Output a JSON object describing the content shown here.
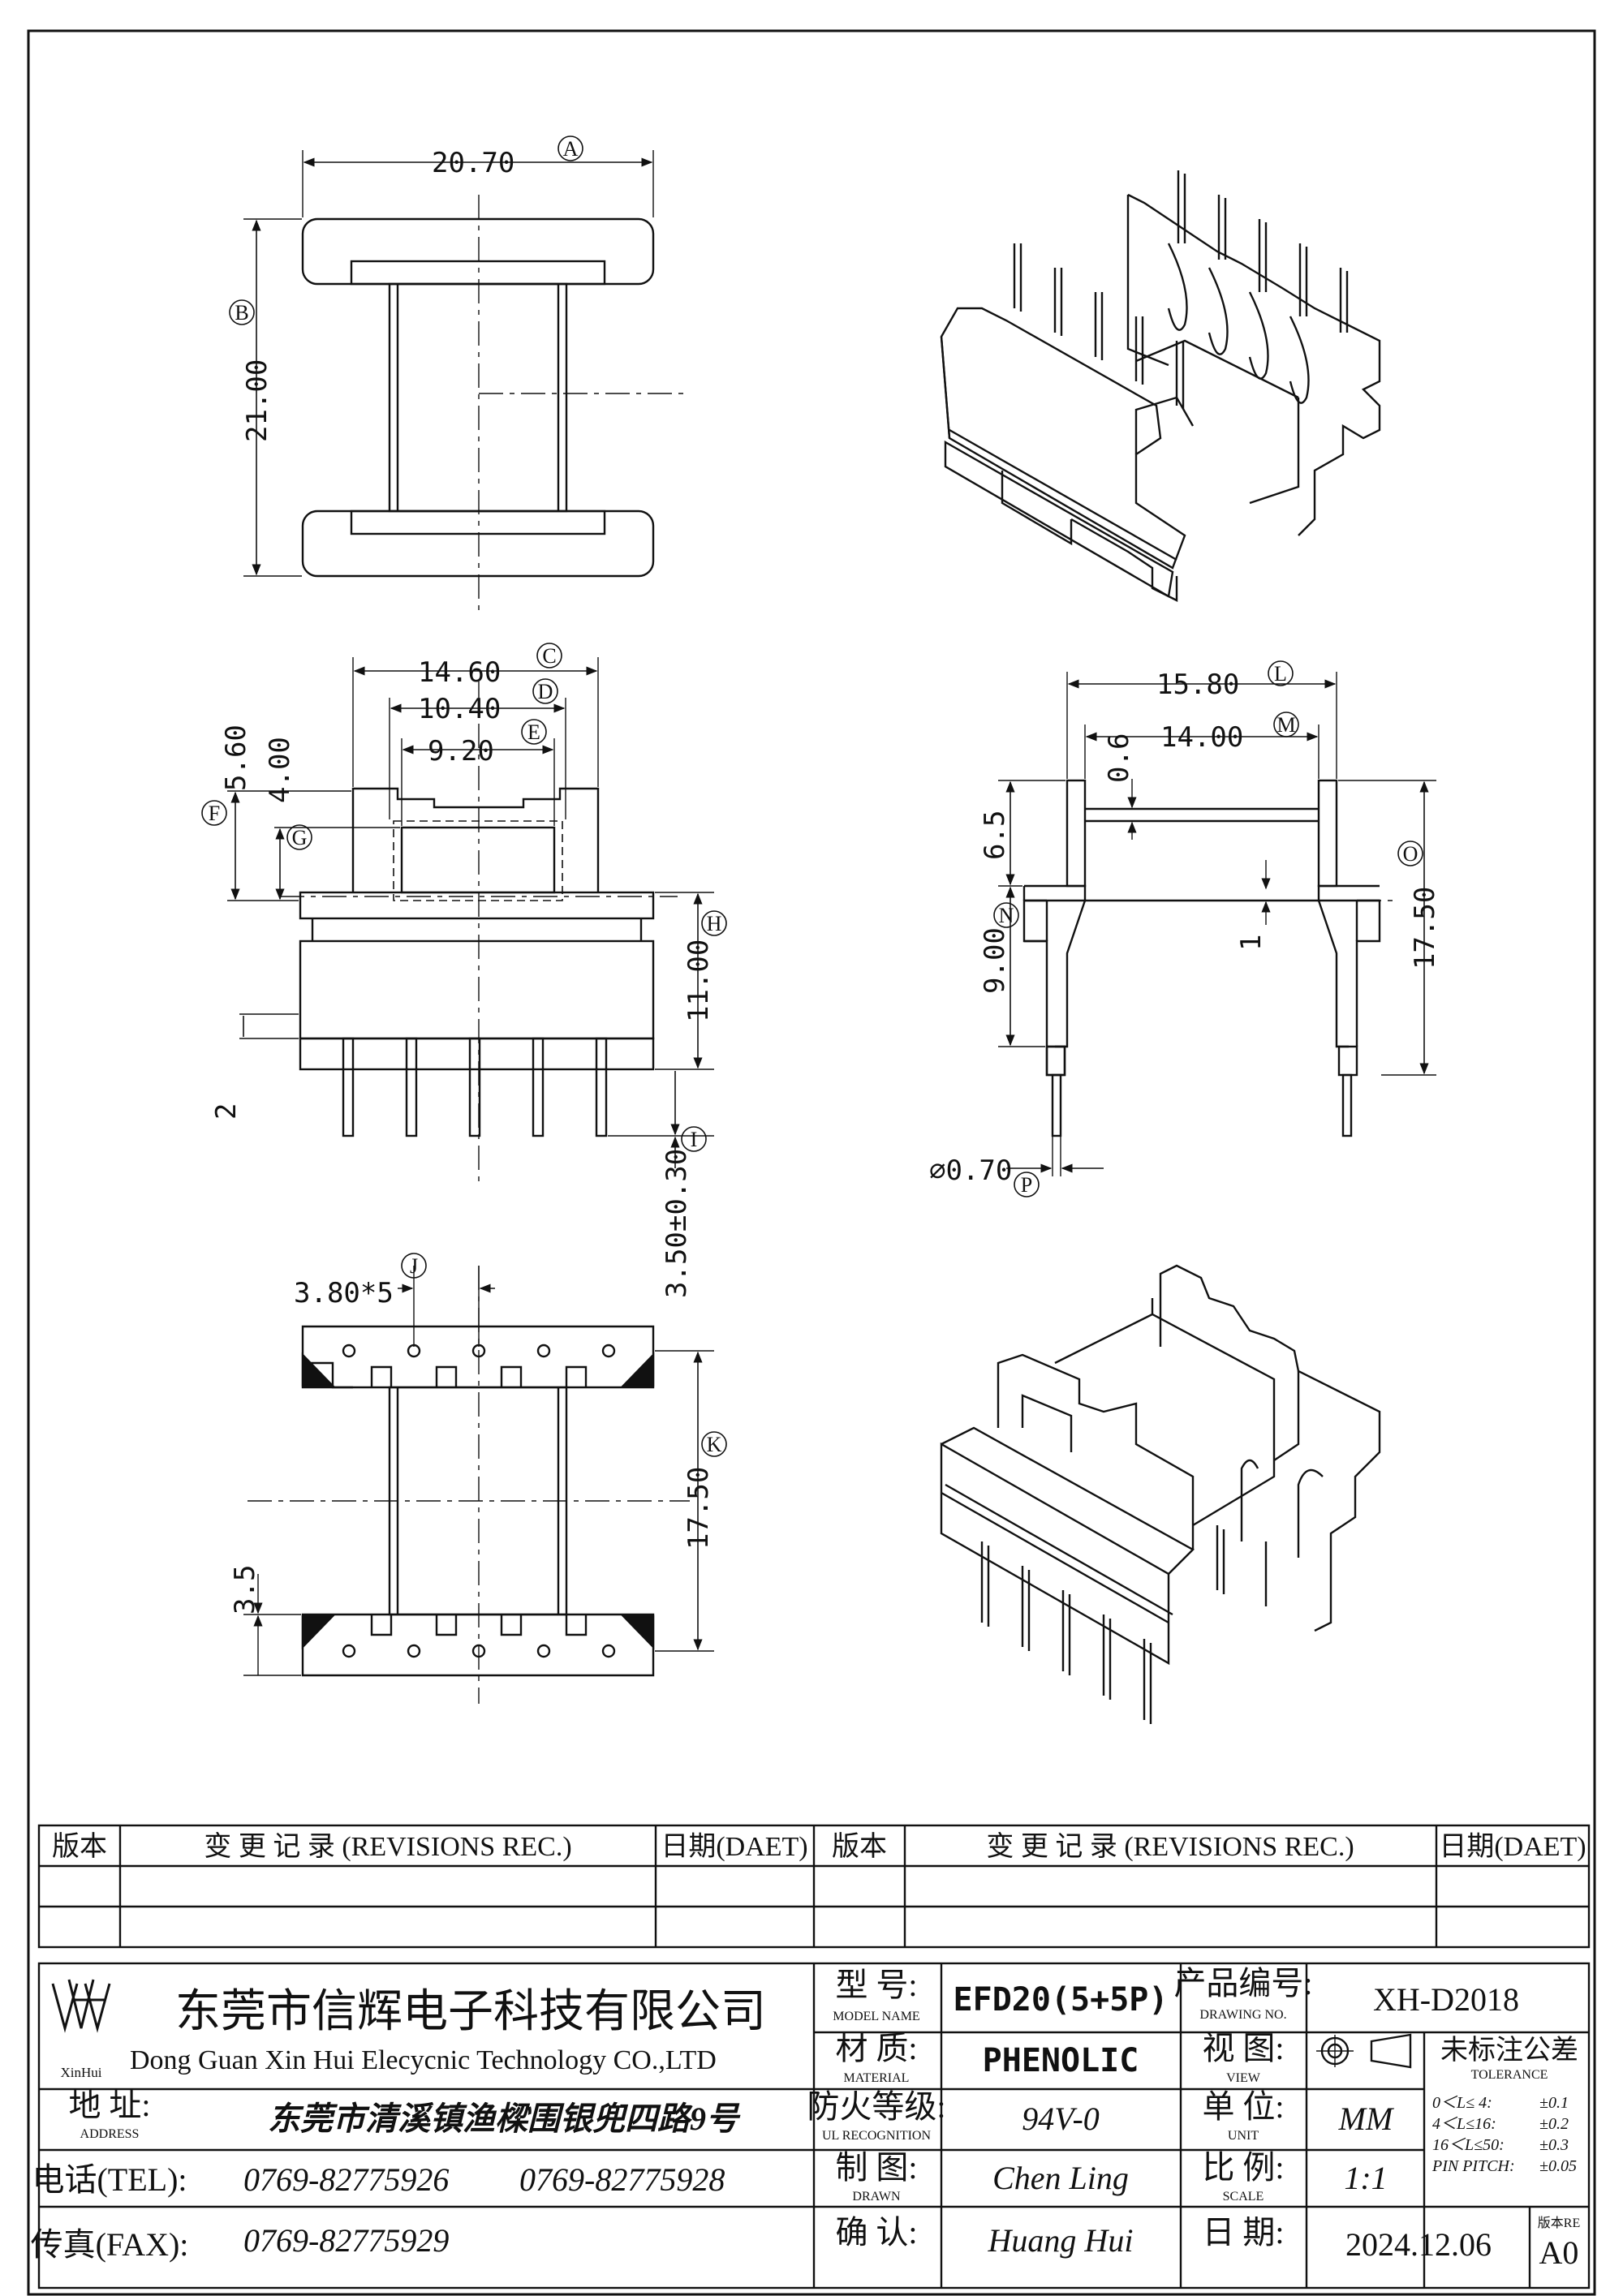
{
  "views": {
    "top": {
      "a": "20.70",
      "a_tag": "A",
      "b": "21.00",
      "b_tag": "B"
    },
    "front": {
      "c": "14.60",
      "c_tag": "C",
      "d": "10.40",
      "d_tag": "D",
      "e": "9.20",
      "e_tag": "E",
      "f": "5.60",
      "f_tag": "F",
      "g": "4.00",
      "g_tag": "G",
      "h": "11.00",
      "h_tag": "H",
      "i": "3.50±0.30",
      "i_tag": "I",
      "pin_offset": "2"
    },
    "side": {
      "l": "15.80",
      "l_tag": "L",
      "m": "14.00",
      "m_tag": "M",
      "wall": "0.6",
      "flange": "6.5",
      "n": "9.00",
      "n_tag": "N",
      "o": "17.50",
      "o_tag": "O",
      "step": "1",
      "p": "⌀0.70",
      "p_tag": "P"
    },
    "bottom": {
      "j": "3.80*5",
      "j_tag": "J",
      "k": "17.50",
      "k_tag": "K",
      "edge": "3.5"
    }
  },
  "revisions": {
    "ver1": "版本",
    "rec1": "变 更 记 录  (REVISIONS REC.)",
    "date1": "日期(DAET)",
    "ver2": "版本",
    "rec2": "变 更 记 录  (REVISIONS REC.)",
    "date2": "日期(DAET)"
  },
  "title_block": {
    "logo_text": "XinHui",
    "company_cn": "东莞市信辉电子科技有限公司",
    "company_en": "Dong Guan Xin Hui Elecycnic Technology CO.,LTD",
    "address_label": "地 址:",
    "address_label_en": "ADDRESS",
    "address": "东莞市清溪镇渔樑围银兜四路9号",
    "tel_label": "电话(TEL):",
    "tel1": "0769-82775926",
    "tel2": "0769-82775928",
    "fax_label": "传真(FAX):",
    "fax": "0769-82775929",
    "model_label": "型  号:",
    "model_label_en": "MODEL NAME",
    "model": "EFD20(5+5P)",
    "material_label": "材  质:",
    "material_label_en": "MATERIAL",
    "material": "PHENOLIC",
    "ul_label": "防火等级:",
    "ul_label_en": "UL RECOGNITION",
    "ul": "94V-0",
    "drawn_label": "制  图:",
    "drawn_label_en": "DRAWN",
    "drawn": "Chen Ling",
    "confirm_label": "确  认:",
    "confirm": "Huang Hui",
    "drawing_no_label": "产品编号:",
    "drawing_no_label_en": "DRAWING NO.",
    "drawing_no": "XH-D2018",
    "view_label": "视  图:",
    "view_label_en": "VIEW",
    "unit_label": "单  位:",
    "unit_label_en": "UNIT",
    "unit": "MM",
    "scale_label": "比  例:",
    "scale_label_en": "SCALE",
    "scale": "1:1",
    "date_label": "日  期:",
    "date": "2024.12.06",
    "version_label": "版本RE",
    "version": "A0",
    "tolerance_label": "未标注公差",
    "tolerance_label_en": "TOLERANCE",
    "tol_rows": [
      {
        "range": "0＜L≤ 4:",
        "value": "±0.1"
      },
      {
        "range": "4＜L≤16:",
        "value": "±0.2"
      },
      {
        "range": "16＜L≤50:",
        "value": "±0.3"
      },
      {
        "range": "PIN PITCH:",
        "value": "±0.05"
      }
    ]
  }
}
